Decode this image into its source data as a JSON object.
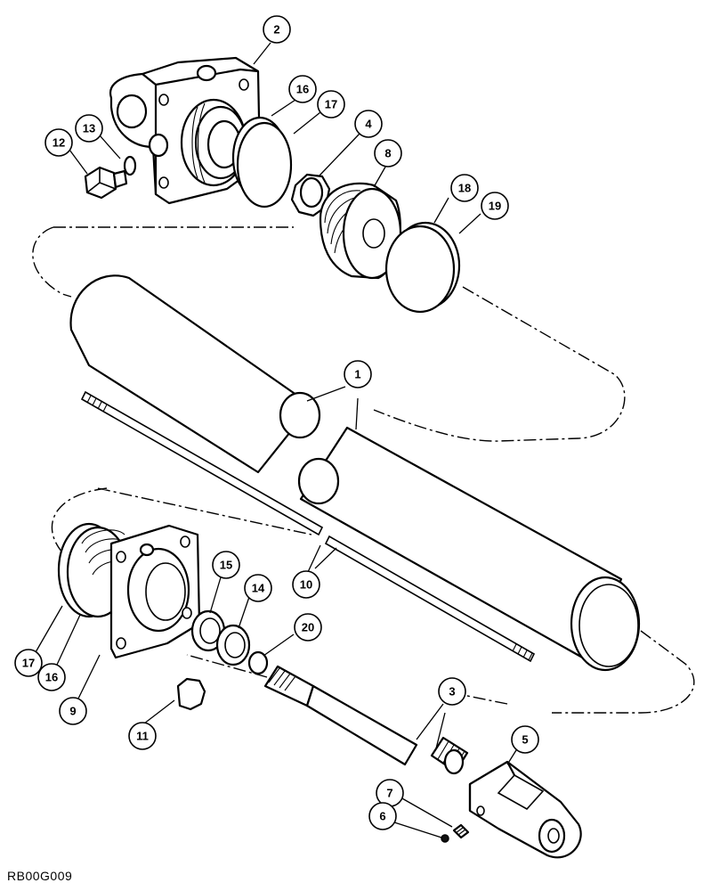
{
  "drawing": {
    "reference_code": "RB00G009",
    "callouts": [
      {
        "label": "2",
        "part": "base-end-cap"
      },
      {
        "label": "16",
        "part": "backup-ring-upper"
      },
      {
        "label": "17",
        "part": "o-ring-upper"
      },
      {
        "label": "13",
        "part": "plug-o-ring"
      },
      {
        "label": "12",
        "part": "plug"
      },
      {
        "label": "4",
        "part": "piston-nut"
      },
      {
        "label": "8",
        "part": "piston"
      },
      {
        "label": "18",
        "part": "piston-seal"
      },
      {
        "label": "19",
        "part": "piston-wear-ring"
      },
      {
        "label": "1",
        "part": "cylinder-barrel"
      },
      {
        "label": "10",
        "part": "tie-rod"
      },
      {
        "label": "15",
        "part": "wiper"
      },
      {
        "label": "14",
        "part": "rod-seal"
      },
      {
        "label": "20",
        "part": "rod-o-ring"
      },
      {
        "label": "17",
        "part": "o-ring-lower"
      },
      {
        "label": "16",
        "part": "backup-ring-lower"
      },
      {
        "label": "9",
        "part": "rod-end-cap"
      },
      {
        "label": "11",
        "part": "tie-rod-nut"
      },
      {
        "label": "3",
        "part": "piston-rod"
      },
      {
        "label": "5",
        "part": "clevis"
      },
      {
        "label": "7",
        "part": "set-screw"
      },
      {
        "label": "6",
        "part": "ball"
      }
    ]
  }
}
